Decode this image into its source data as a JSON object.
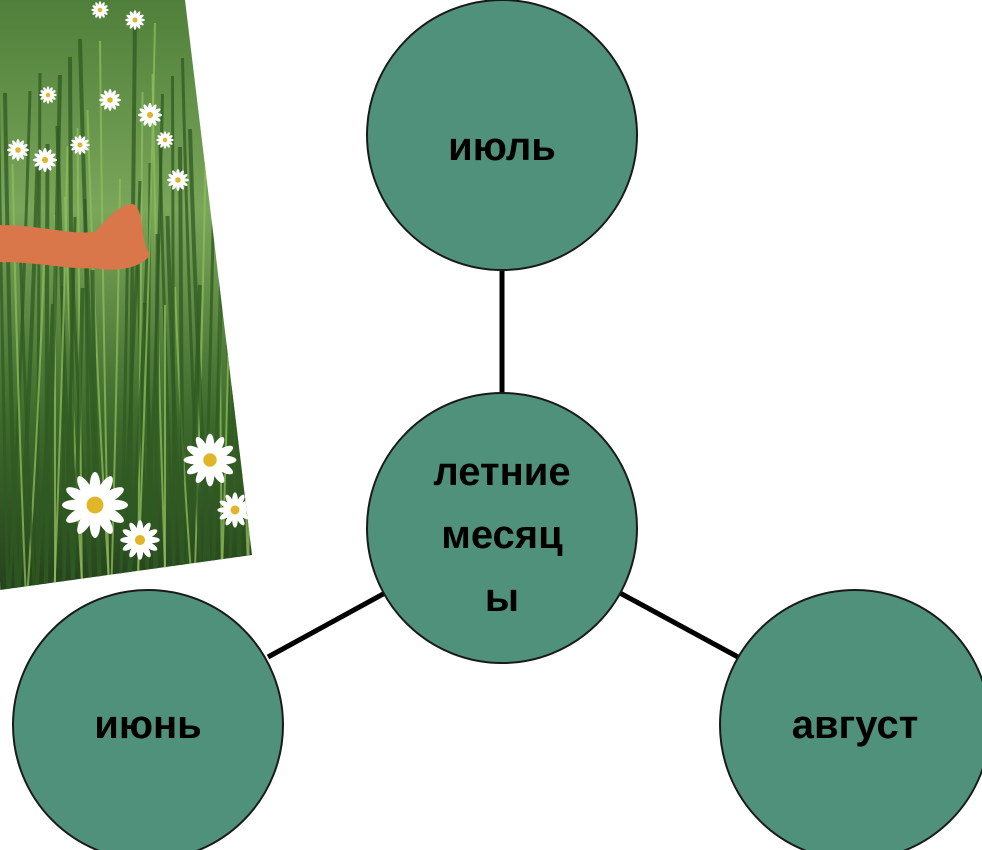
{
  "diagram": {
    "center": {
      "lines": [
        "летние",
        "месяц",
        "ы"
      ]
    },
    "top": {
      "label": "июль"
    },
    "left": {
      "label": "июнь"
    },
    "right": {
      "label": "август"
    }
  },
  "colors": {
    "node_fill": "#4f917b",
    "node_stroke": "#1a1a1a",
    "connector": "#000000",
    "photo_grass_dark": "#2f5a22",
    "photo_grass_light": "#8fbf5a",
    "daisy_petal": "#ffffff",
    "daisy_center": "#e0b52a",
    "hand": "#d9764a"
  },
  "photo": {
    "subject": "daisies-in-grass-with-hand"
  }
}
